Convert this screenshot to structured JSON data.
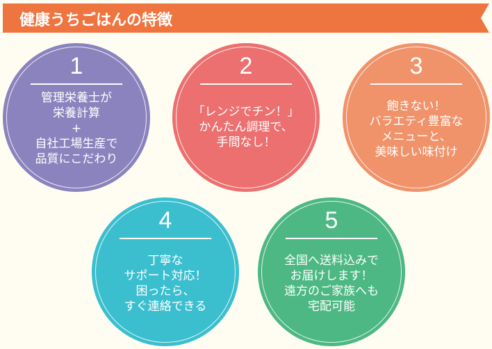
{
  "header": {
    "title": "健康うちごはんの特徴"
  },
  "colors": {
    "banner": "#ee7440",
    "c1": "#8b83bd",
    "c2": "#ec7070",
    "c3": "#f0936b",
    "c4": "#3bbfcf",
    "c5": "#4db883",
    "background": "#fffdf2"
  },
  "features": [
    {
      "number": "1",
      "lines": [
        "管理栄養士が",
        "栄養計算",
        "+",
        "自社工場生産で",
        "品質にこだわり"
      ]
    },
    {
      "number": "2",
      "lines": [
        "「レンジでチン！」",
        "かんたん調理で、",
        "手間なし！"
      ]
    },
    {
      "number": "3",
      "lines": [
        "飽きない！",
        "バラエティ豊富な",
        "メニューと、",
        "美味しい味付け"
      ]
    },
    {
      "number": "4",
      "lines": [
        "丁寧な",
        "サポート対応！",
        "困ったら、",
        "すぐ連絡できる"
      ]
    },
    {
      "number": "5",
      "lines": [
        "全国へ送料込みで",
        "お届けします！",
        "遠方のご家族へも",
        "宅配可能"
      ]
    }
  ]
}
